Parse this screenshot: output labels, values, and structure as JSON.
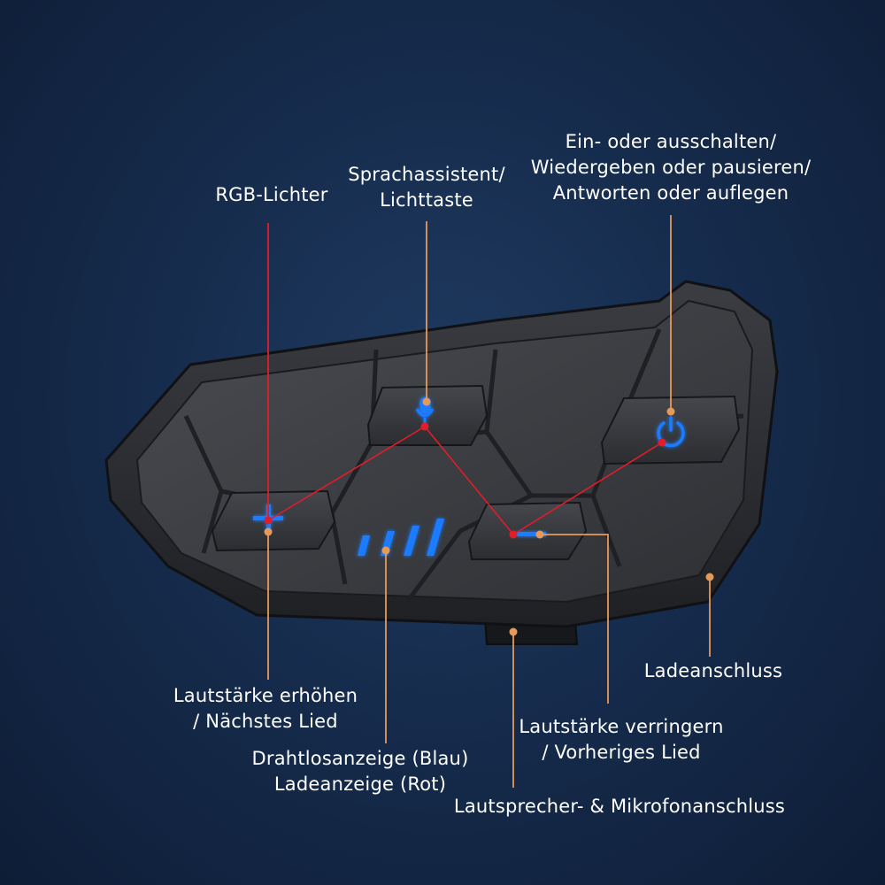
{
  "colors": {
    "background": "#162c4d",
    "device_body": "#2a2c30",
    "device_panel": "#3a3c41",
    "button": "#35373b",
    "led_blue": "#1d7bff",
    "leader_orange": "#e59a5a",
    "rgb_line_red": "#e11d2a",
    "label_text": "#ffffff"
  },
  "callouts": {
    "rgb_lights": {
      "line1": "RGB-Lichter"
    },
    "voice_assistant": {
      "line1": "Sprachassistent/",
      "line2": "Lichttaste"
    },
    "power": {
      "line1": "Ein- oder ausschalten/",
      "line2": "Wiedergeben oder pausieren/",
      "line3": "Antworten oder auflegen"
    },
    "volume_up": {
      "line1": "Lautstärke erhöhen",
      "line2": "/ Nächstes Lied"
    },
    "indicator": {
      "line1": "Drahtlosanzeige (Blau)",
      "line2": "Ladeanzeige (Rot)"
    },
    "speaker_port": {
      "line1": "Lautsprecher- & Mikrofonanschluss"
    },
    "volume_down": {
      "line1": "Lautstärke verringern",
      "line2": "/ Vorheriges Lied"
    },
    "charging_port": {
      "line1": "Ladeanschluss"
    }
  },
  "icons": {
    "plus": "plus-icon",
    "minus": "minus-icon",
    "microphone": "microphone-icon",
    "power": "power-icon",
    "signal_bars": "signal-bars-icon"
  }
}
